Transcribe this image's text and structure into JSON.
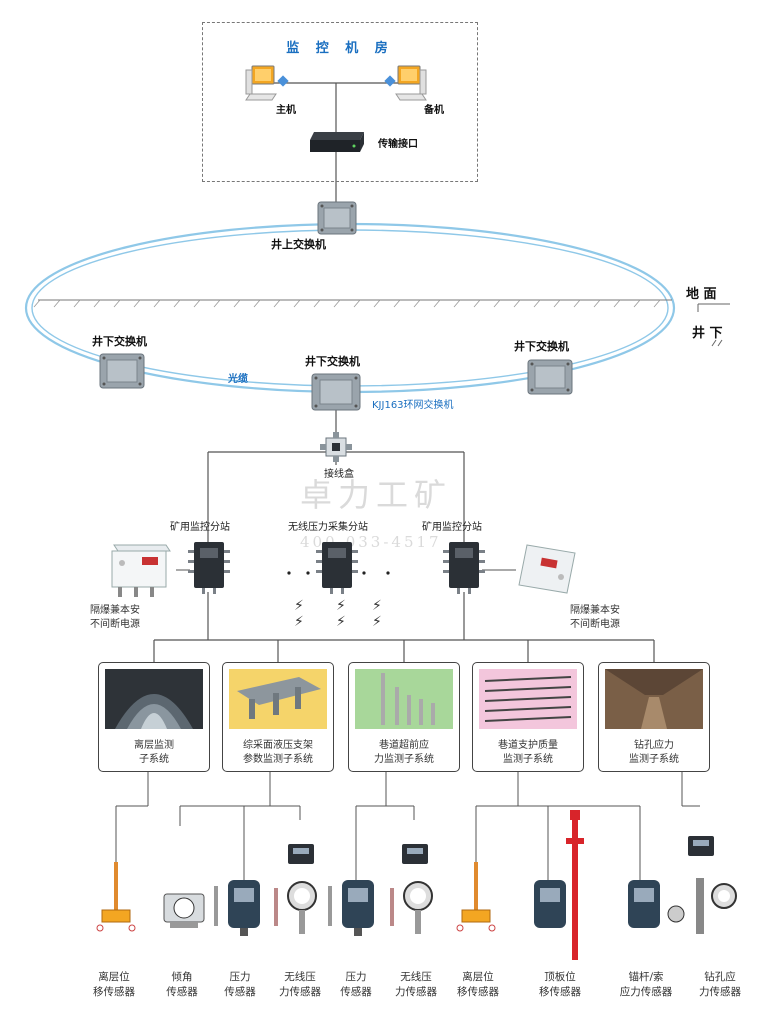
{
  "control_room": {
    "title": "监 控 机 房",
    "host_label": "主机",
    "backup_label": "备机",
    "interface_label": "传输接口"
  },
  "network": {
    "surface_switch_label": "井上交换机",
    "underground_switch_left": "井下交换机",
    "underground_switch_center": "井下交换机",
    "underground_switch_right": "井下交换机",
    "fiber_label": "光缆",
    "ring_switch_label": "KJJ163环网交换机",
    "ground_label": "地 面",
    "underground_label": "井 下",
    "junction_box_label": "接线盒"
  },
  "substations": {
    "left_label": "矿用监控分站",
    "center_label": "无线压力采集分站",
    "right_label": "矿用监控分站",
    "left_power_label": "隔爆兼本安\n不间断电源",
    "right_power_label": "隔爆兼本安\n不间断电源"
  },
  "watermark": {
    "name": "卓力工矿",
    "phone": "400-033-4517"
  },
  "subsystems": [
    {
      "label": "离层监测\n子系统"
    },
    {
      "label": "综采面液压支架\n参数监测子系统"
    },
    {
      "label": "巷道超前应\n力监测子系统"
    },
    {
      "label": "巷道支护质量\n监测子系统"
    },
    {
      "label": "钻孔应力\n监测子系统"
    }
  ],
  "sensors": [
    {
      "label": "离层位\n移传感器"
    },
    {
      "label": "倾角\n传感器"
    },
    {
      "label": "压力\n传感器"
    },
    {
      "label": "无线压\n力传感器"
    },
    {
      "label": "压力\n传感器"
    },
    {
      "label": "无线压\n力传感器"
    },
    {
      "label": "离层位\n移传感器"
    },
    {
      "label": "顶板位\n移传感器"
    },
    {
      "label": "锚杆/索\n应力传感器"
    },
    {
      "label": "钻孔应\n力传感器"
    }
  ],
  "colors": {
    "ring_blue": "#8fc8e8",
    "title_blue": "#1a6fc0",
    "device_grey": "#9aa4ac",
    "panel_yellow": "#f5d46a",
    "panel_green": "#a8d79a",
    "panel_pink": "#f3c6dc",
    "red_pole": "#d8242a"
  }
}
